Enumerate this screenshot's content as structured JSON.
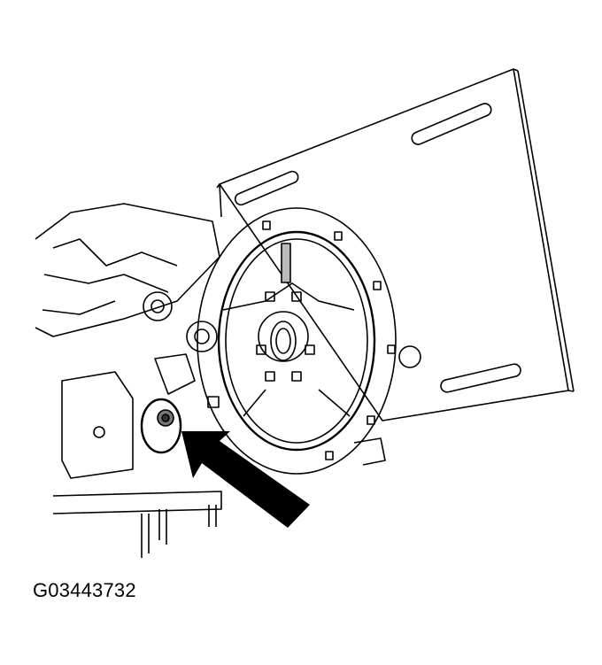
{
  "figure": {
    "id_label": "G03443732",
    "description": "Technical line illustration of engine rear with flywheel/adapter plate fixture; black arrow indicates a fastener location",
    "stroke_color": "#000000",
    "background_color": "#ffffff",
    "callout_arrow": {
      "color": "#000000",
      "points_to": "fastener-bolt"
    }
  }
}
